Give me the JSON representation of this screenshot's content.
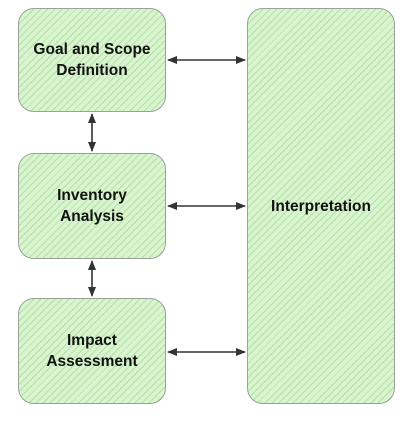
{
  "diagram": {
    "nodes": [
      {
        "id": "goal",
        "label": "Goal and Scope\nDefinition"
      },
      {
        "id": "inventory",
        "label": "Inventory\nAnalysis"
      },
      {
        "id": "impact",
        "label": "Impact\nAssessment"
      },
      {
        "id": "interpretation",
        "label": "Interpretation"
      }
    ],
    "edges": [
      {
        "from": "goal",
        "to": "interpretation",
        "direction": "both"
      },
      {
        "from": "inventory",
        "to": "interpretation",
        "direction": "both"
      },
      {
        "from": "impact",
        "to": "interpretation",
        "direction": "both"
      },
      {
        "from": "goal",
        "to": "inventory",
        "direction": "both"
      },
      {
        "from": "inventory",
        "to": "impact",
        "direction": "both"
      }
    ],
    "colors": {
      "box_fill": "#d9f5cf",
      "box_hatch": "#96cd87",
      "box_border": "#9aa09a",
      "arrow": "#333333",
      "text": "#111111"
    }
  }
}
